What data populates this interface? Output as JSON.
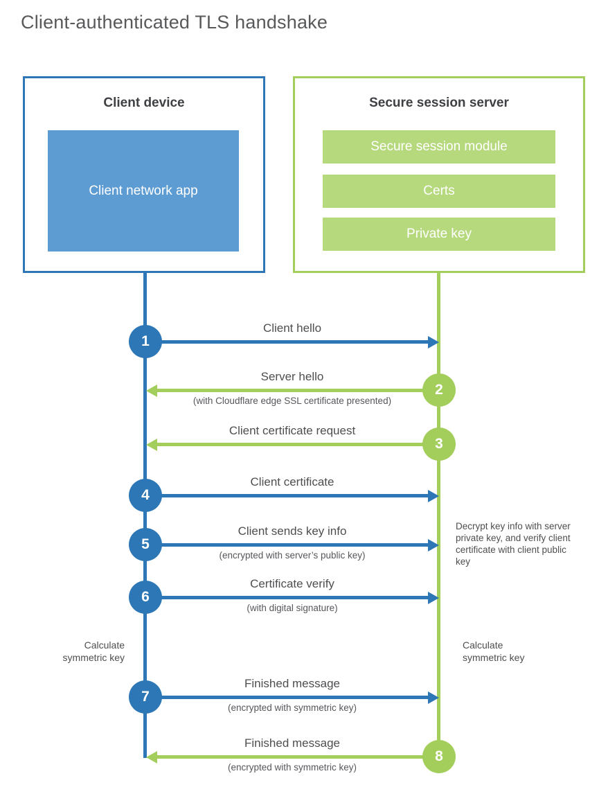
{
  "title": "Client-authenticated TLS handshake",
  "colors": {
    "client_accent": "#2d77b6",
    "client_fill": "#5d9cd3",
    "server_accent": "#a3ce5b",
    "server_fill": "#b6d97e"
  },
  "client_box": {
    "title": "Client device",
    "app_label": "Client network app"
  },
  "server_box": {
    "title": "Secure session server",
    "modules": [
      "Secure session module",
      "Certs",
      "Private key"
    ]
  },
  "steps": [
    {
      "number": "1",
      "from": "client",
      "direction": "right",
      "label": "Client hello",
      "sublabel": ""
    },
    {
      "number": "2",
      "from": "server",
      "direction": "left",
      "label": "Server hello",
      "sublabel": "(with Cloudflare edge SSL certificate presented)"
    },
    {
      "number": "3",
      "from": "server",
      "direction": "left",
      "label": "Client certificate request",
      "sublabel": ""
    },
    {
      "number": "4",
      "from": "client",
      "direction": "right",
      "label": "Client certificate",
      "sublabel": ""
    },
    {
      "number": "5",
      "from": "client",
      "direction": "right",
      "label": "Client sends key info",
      "sublabel": "(encrypted with server’s public key)"
    },
    {
      "number": "6",
      "from": "client",
      "direction": "right",
      "label": "Certificate verify",
      "sublabel": "(with digital signature)"
    },
    {
      "number": "7",
      "from": "client",
      "direction": "right",
      "label": "Finished message",
      "sublabel": "(encrypted with symmetric key)"
    },
    {
      "number": "8",
      "from": "server",
      "direction": "left",
      "label": "Finished message",
      "sublabel": "(encrypted with symmetric key)"
    }
  ],
  "notes": {
    "decrypt": "Decrypt key info with server private key, and verify client certificate with client public key",
    "calc_left": "Calculate symmetric key",
    "calc_right": "Calculate symmetric key"
  }
}
